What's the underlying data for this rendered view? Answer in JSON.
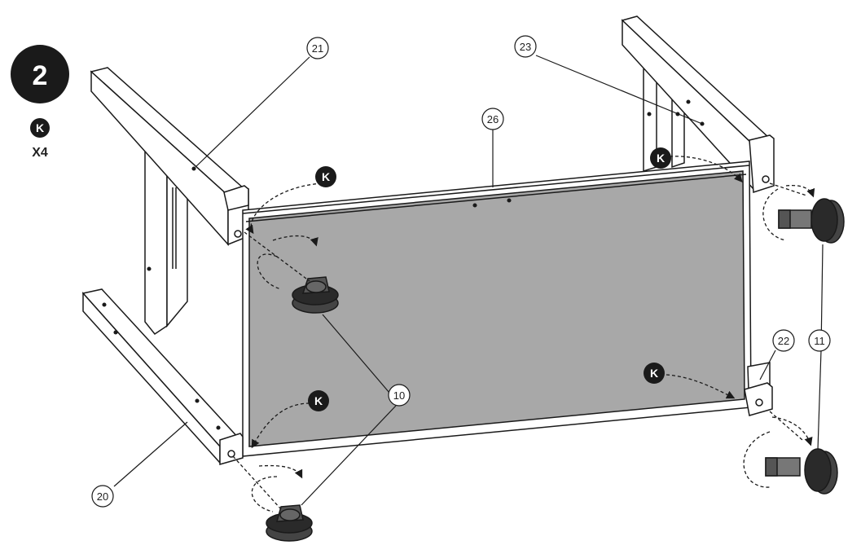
{
  "step": {
    "number": "2"
  },
  "hardware": {
    "letter": "K",
    "quantity": "X4"
  },
  "callouts": {
    "c21": "21",
    "c23": "23",
    "c26": "26",
    "c22": "22",
    "c11": "11",
    "c10": "10",
    "c20": "20"
  },
  "k_markers": {
    "k1": "K",
    "k2": "K",
    "k3": "K",
    "k4": "K"
  },
  "colors": {
    "panel_fill": "#a8a8a8",
    "outline": "#1a1a1a",
    "badge": "#1a1a1a",
    "caster_body": "#444444"
  }
}
